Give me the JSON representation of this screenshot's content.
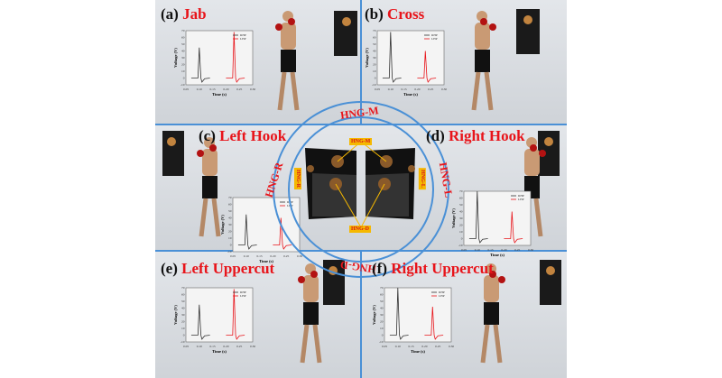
{
  "panels": [
    {
      "label": "(a)",
      "name": "Jab",
      "rhp_peak": 45,
      "lhp_peak": 68
    },
    {
      "label": "(b)",
      "name": "Cross",
      "rhp_peak": 68,
      "lhp_peak": 40
    },
    {
      "label": "(c)",
      "name": "Left Hook",
      "rhp_peak": 45,
      "lhp_peak": 40
    },
    {
      "label": "(d)",
      "name": "Right Hook",
      "rhp_peak": 70,
      "lhp_peak": 40
    },
    {
      "label": "(e)",
      "name": "Left Uppercut",
      "rhp_peak": 45,
      "lhp_peak": 68
    },
    {
      "label": "(f)",
      "name": "Right Uppercut",
      "rhp_peak": 70,
      "lhp_peak": 42
    }
  ],
  "plot": {
    "xlabel": "Time (s)",
    "ylabel": "Voltage (V)",
    "xticks": [
      "0.05",
      "0.10",
      "0.15",
      "0.20",
      "0.25",
      "0.30"
    ],
    "yticks": [
      "-10",
      "0",
      "10",
      "20",
      "30",
      "40",
      "50",
      "60",
      "70"
    ],
    "legend": [
      "RHP",
      "LHP"
    ],
    "colors": {
      "RHP": "#333333",
      "LHP": "#e8141a"
    }
  },
  "center": {
    "ring_labels": [
      "HNG-M",
      "HNG-R",
      "HNG-L",
      "HNG-D"
    ],
    "tags": [
      "HNG-M",
      "HNG-R",
      "HNG-L",
      "HNG-D"
    ]
  },
  "colors": {
    "accent": "#e8141a",
    "ring": "#4a90d6",
    "tag": "#f5b800"
  }
}
